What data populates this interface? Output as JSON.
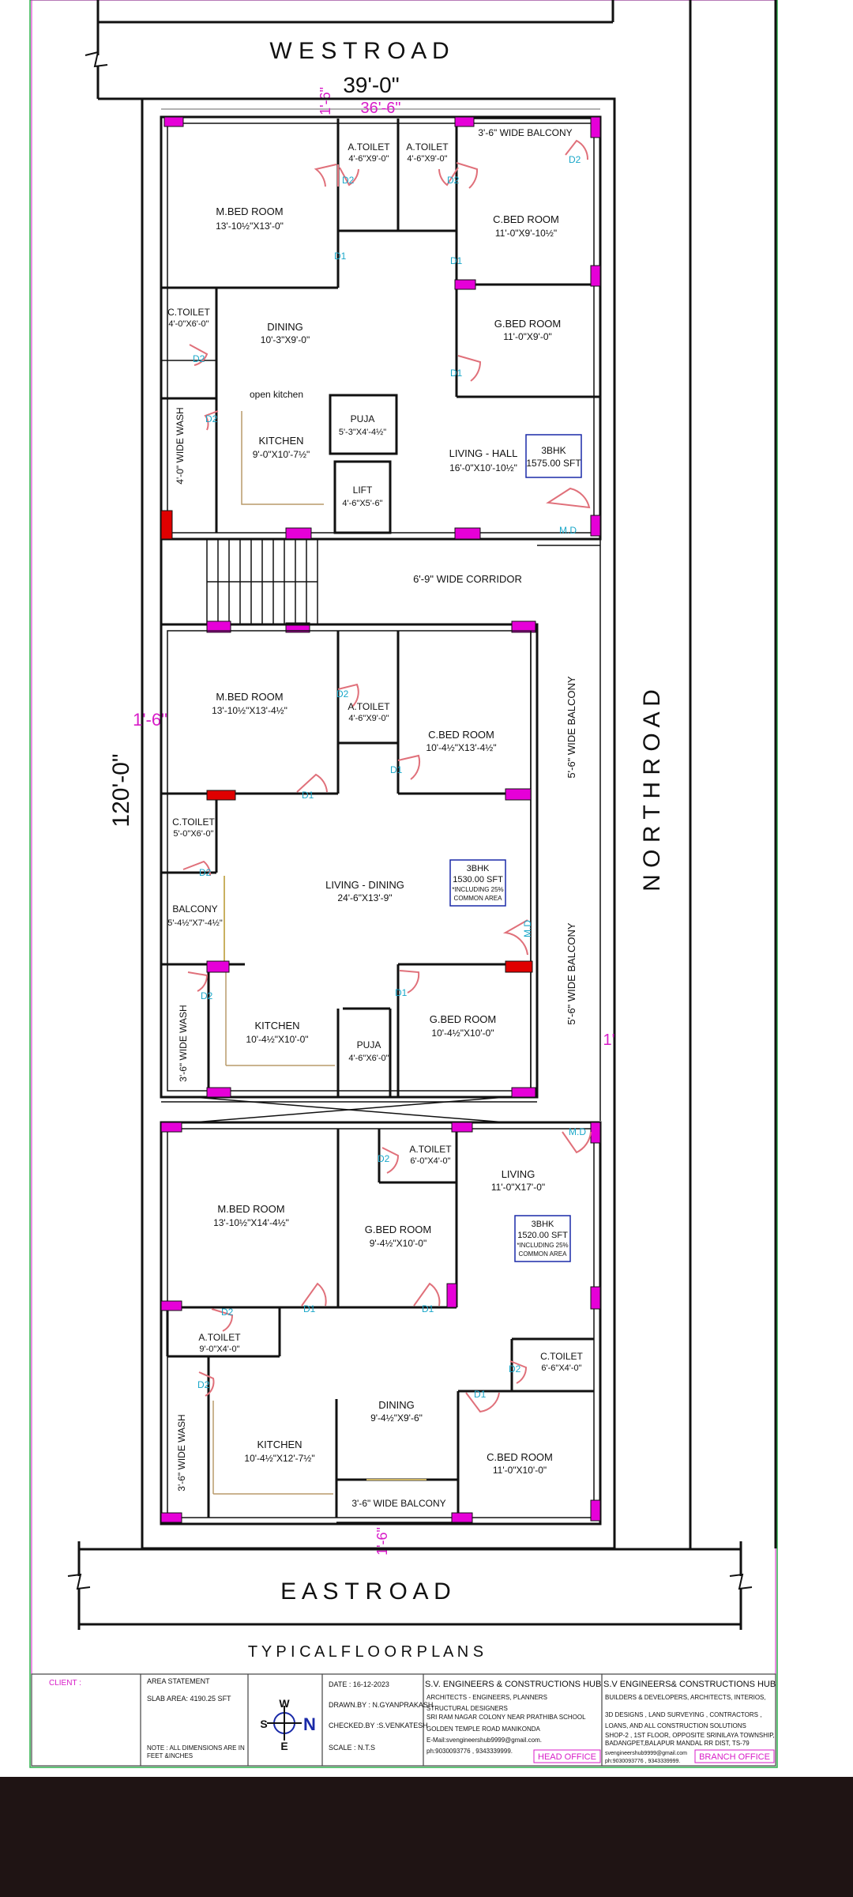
{
  "roads": {
    "west": "W E S T   R O A D",
    "east": "E A S T   R O A D",
    "north": "N O R T H   R O A D"
  },
  "dims": {
    "top_outer": "39'-0\"",
    "top_inner": "36'-6\"",
    "side_length": "120'-0\"",
    "left_offset": "1'-6\"",
    "top_offset": "1'-6\"",
    "right_offset": "1'",
    "bottom_offset": "1'-6\""
  },
  "unit1": {
    "balcony": "3'-6\" WIDE BALCONY",
    "a_toilet_1": {
      "name": "A.TOILET",
      "size": "4'-6\"X9'-0\""
    },
    "a_toilet_2": {
      "name": "A.TOILET",
      "size": "4'-6\"X9'-0\""
    },
    "m_bed": {
      "name": "M.BED ROOM",
      "size": "13'-10½\"X13'-0\""
    },
    "c_bed": {
      "name": "C.BED ROOM",
      "size": "11'-0\"X9'-10½\""
    },
    "c_toilet": {
      "name": "C.TOILET",
      "size": "4'-0\"X6'-0\""
    },
    "dining": {
      "name": "DINING",
      "size": "10'-3\"X9'-0\""
    },
    "g_bed": {
      "name": "G.BED ROOM",
      "size": "11'-0\"X9'-0\""
    },
    "open_kitchen": "open kitchen",
    "wash": "4'-0\" WIDE WASH",
    "puja": {
      "name": "PUJA",
      "size": "5'-3\"X4'-4½\""
    },
    "kitchen": {
      "name": "KITCHEN",
      "size": "9'-0\"X10'-7½\""
    },
    "living": {
      "name": "LIVING - HALL",
      "size": "16'-0\"X10'-10½\""
    },
    "lift": {
      "name": "LIFT",
      "size": "4'-6\"X5'-6\""
    },
    "badge": {
      "type": "3BHK",
      "area": "1575.00 SFT"
    }
  },
  "corridor": "6'-9\" WIDE CORRIDOR",
  "unit2": {
    "m_bed": {
      "name": "M.BED ROOM",
      "size": "13'-10½\"X13'-4½\""
    },
    "a_toilet": {
      "name": "A.TOILET",
      "size": "4'-6\"X9'-0\""
    },
    "c_bed": {
      "name": "C.BED ROOM",
      "size": "10'-4½\"X13'-4½\""
    },
    "c_toilet": {
      "name": "C.TOILET",
      "size": "5'-0\"X6'-0\""
    },
    "balcony": {
      "name": "BALCONY",
      "size": "5'-4½\"X7'-4½\""
    },
    "living": {
      "name": "LIVING - DINING",
      "size": "24'-6\"X13'-9\""
    },
    "badge": {
      "type": "3BHK",
      "area": "1530.00 SFT",
      "note1": "*INCLUDING 25%",
      "note2": "COMMON AREA"
    },
    "wash": "3'-6\" WIDE WASH",
    "kitchen": {
      "name": "KITCHEN",
      "size": "10'-4½\"X10'-0\""
    },
    "puja": {
      "name": "PUJA",
      "size": "4'-6\"X6'-0\""
    },
    "g_bed": {
      "name": "G.BED ROOM",
      "size": "10'-4½\"X10'-0\""
    },
    "side_balcony": "5'-6\" WIDE BALCONY"
  },
  "unit3": {
    "a_toilet_top": {
      "name": "A.TOILET",
      "size": "6'-0\"X4'-0\""
    },
    "m_bed": {
      "name": "M.BED ROOM",
      "size": "13'-10½\"X14'-4½\""
    },
    "g_bed": {
      "name": "G.BED ROOM",
      "size": "9'-4½\"X10'-0\""
    },
    "living": {
      "name": "LIVING",
      "size": "11'-0\"X17'-0\""
    },
    "badge": {
      "type": "3BHK",
      "area": "1520.00 SFT",
      "note1": "*INCLUDING 25%",
      "note2": "COMMON AREA"
    },
    "a_toilet": {
      "name": "A.TOILET",
      "size": "9'-0\"X4'-0\""
    },
    "c_toilet": {
      "name": "C.TOILET",
      "size": "6'-6\"X4'-0\""
    },
    "wash": "3'-6\" WIDE WASH",
    "dining": {
      "name": "DINING",
      "size": "9'-4½\"X9'-6\""
    },
    "kitchen": {
      "name": "KITCHEN",
      "size": "10'-4½\"X12'-7½\""
    },
    "c_bed": {
      "name": "C.BED ROOM",
      "size": "11'-0\"X10'-0\""
    },
    "balcony": "3'-6\" WIDE BALCONY"
  },
  "door_labels": {
    "d1": "D1",
    "d2": "D2",
    "md": "M.D"
  },
  "plan_title": "T Y P I C A L   F L O O R   P L A N S",
  "title_block": {
    "client": "CLIENT :",
    "area_statement": "AREA STATEMENT",
    "slab_area": "SLAB AREA: 4190.25 SFT",
    "note": "NOTE : ALL DIMENSIONS ARE IN",
    "note2": "FEET &INCHES",
    "compass": {
      "w": "W",
      "s": "S",
      "n": "N",
      "e": "E"
    },
    "date": "DATE : 16-12-2023",
    "drawn": "DRAWN.BY : N.GYANPRAKASH",
    "checked": "CHECKED.BY :S.VENKATESH",
    "scale": "SCALE : N.T.S",
    "company": "S.V. ENGINEERS & CONSTRUCTIONS  HUB",
    "company_l1": "ARCHITECTS - ENGINEERS, PLANNERS",
    "company_l2": "STRUCTURAL DESIGNERS",
    "company_l3": "SRI RAM NAGAR COLONY NEAR PRATHIBA SCHOOL",
    "company_l4": "GOLDEN TEMPLE ROAD MANIKONDA",
    "company_l5": "E-Mail:svengineershub9999@gmail.com.",
    "company_l6": "ph:9030093776 , 9343339999.",
    "head_office": "HEAD OFFICE",
    "branch": "S.V ENGINEERS& CONSTRUCTIONS HUB",
    "branch_l1": "BUILDERS & DEVELOPERS, ARCHITECTS, INTERIOS,",
    "branch_l2": "3D DESIGNS , LAND SURVEYING , CONTRACTORS ,",
    "branch_l3": "LOANS, AND ALL CONSTRUCTION SOLUTIONS",
    "branch_l4": "SHOP-2 , 1ST FLOOR, OPPOSITE SRINILAYA TOWNSHIP,",
    "branch_l5": "BADANGPET,BALAPUR MANDAL RR DIST, TS-79",
    "branch_l6": "svengineershub9999@gmail.com",
    "branch_l7": "ph:9030093776 , 9343339999.",
    "branch_office": "BRANCH OFFICE"
  },
  "colors": {
    "wall": "#111111",
    "column": "#e600d8",
    "column_alt": "#e00000",
    "door_swing": "#e0707a",
    "door_label": "#1aa7c9",
    "dimension": "#d81bc8",
    "badge_border": "#1a2aa8",
    "footer": "#1f1414"
  }
}
